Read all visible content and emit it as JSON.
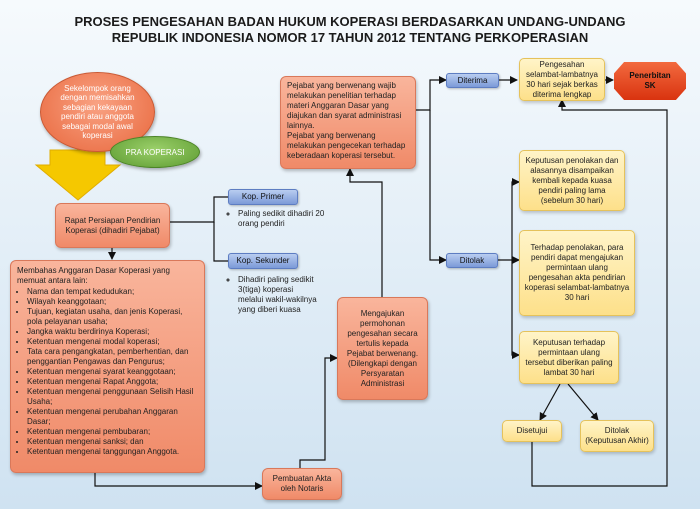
{
  "title": {
    "line1": "PROSES PENGESAHAN BADAN HUKUM KOPERASI BERDASARKAN UNDANG-UNDANG",
    "line2": "REPUBLIK INDONESIA NOMOR 17 TAHUN 2012 TENTANG PERKOPERASIAN"
  },
  "start": {
    "group_text": "Sekelompok orang dengan memisahkan sebagian kekayaan pendiri atau anggota sebagai modal awal koperasi",
    "pra_koperasi": "PRA KOPERASI"
  },
  "rapat": "Rapat Persiapan Pendirian Koperasi (dihadiri Pejabat)",
  "kop_primer": {
    "label": "Kop. Primer",
    "note": "Paling sedikit dihadiri 20 orang pendiri"
  },
  "kop_sekunder": {
    "label": "Kop. Sekunder",
    "note": "Dihadiri paling sedikit 3(tiga) koperasi melalui wakil-wakilnya yang diberi kuasa"
  },
  "anggaran": {
    "intro": "Membahas Anggaran Dasar Koperasi yang memuat antara lain:",
    "items": [
      "Nama dan tempat kedudukan;",
      "Wilayah keanggotaan;",
      "Tujuan, kegiatan usaha, dan jenis Koperasi, pola pelayanan usaha;",
      "Jangka waktu berdirinya Koperasi;",
      "Ketentuan mengenai modal koperasi;",
      "Tata cara pengangkatan, pemberhentian, dan penggantian Pengawas dan Pengurus;",
      "Ketentuan mengenai syarat keanggotaan;",
      "Ketentuan mengenai Rapat Anggota;",
      "Ketentuan mengenai penggunaan Selisih Hasil Usaha;",
      "Ketentuan mengenai perubahan Anggaran Dasar;",
      "Ketentuan mengenai pembubaran;",
      "Ketentuan mengenai sanksi; dan",
      "Ketentuan mengenai tanggungan Anggota."
    ]
  },
  "akta": "Pembuatan Akta oleh Notaris",
  "permohonan": "Mengajukan permohonan pengesahan secara tertulis kepada Pejabat berwenang. (Dilengkapi dengan Persyaratan Administrasi",
  "pejabat": {
    "p1": "Pejabat yang berwenang wajib melakukan penelitian terhadap materi Anggaran Dasar yang diajukan dan syarat administrasi lainnya.",
    "p2": "Pejabat yang berwenang melakukan pengecekan terhadap keberadaan koperasi tersebut."
  },
  "diterima": "Diterima",
  "ditolak": "Ditolak",
  "pengesahan": "Pengesahan selambat-lambatnya 30 hari sejak berkas diterima lengkap",
  "penerbitan": {
    "line1": "Penerbitan",
    "line2": "SK"
  },
  "keputusan_penolakan": "Keputusan penolakan dan alasannya disampaikan kembali kepada kuasa pendiri paling lama (sebelum 30 hari)",
  "terhadap_penolakan": "Terhadap penolakan, para pendiri dapat mengajukan permintaan ulang pengesahan akta pendirian koperasi selambat-lambatnya 30 hari",
  "keputusan_ulang": "Keputusan terhadap permintaan ulang tersebut diberikan paling lambat 30 hari",
  "disetujui": "Disetujui",
  "ditolak_akhir": {
    "line1": "Ditolak",
    "line2": "(Keputusan Akhir)"
  },
  "colors": {
    "salmon": "#f4a081",
    "yellow": "#fde9a6",
    "blue": "#8aa7e0",
    "green": "#6aaa3c",
    "penerbitan_red": "#e8421c",
    "arrow_yellow": "#f5c800"
  }
}
